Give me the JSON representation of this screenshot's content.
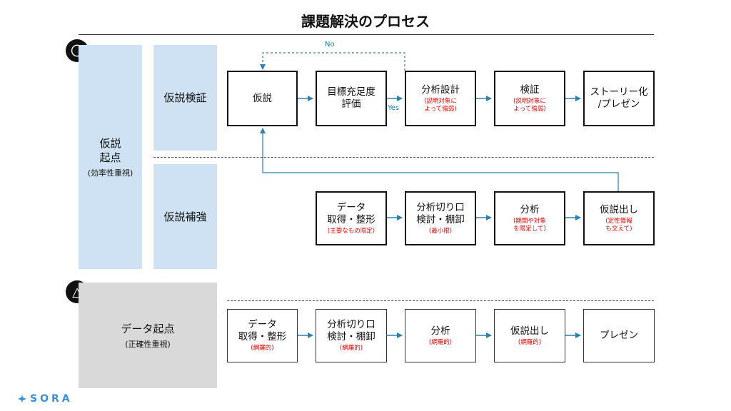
{
  "title": "課題解決のプロセス",
  "markers": {
    "circle": "〇",
    "triangle": "△"
  },
  "sections": {
    "hypothesis": {
      "main": "仮説\n起点",
      "sub": "(効率性重視)"
    },
    "verify": {
      "label": "仮説検証"
    },
    "reinforce": {
      "label": "仮説補強"
    },
    "data": {
      "main": "データ起点",
      "sub": "(正確性重視)"
    }
  },
  "flows": {
    "verify": [
      {
        "label": "仮説",
        "note": ""
      },
      {
        "label": "目標充足度\n評価",
        "note": ""
      },
      {
        "label": "分析設計",
        "note": "(説明対象に\nよって強弱)"
      },
      {
        "label": "検証",
        "note": "(説明対象に\nよって強弱)"
      },
      {
        "label": "ストーリー化\n/プレゼン",
        "note": ""
      }
    ],
    "reinforce": [
      {
        "label": "データ\n取得・整形",
        "note": "(主要なもの限定)"
      },
      {
        "label": "分析切り口\n検討・棚卸",
        "note": "(最小限)"
      },
      {
        "label": "分析",
        "note": "(期間や対象\nを限定して)"
      },
      {
        "label": "仮説出し",
        "note": "(定性情報\nも交えて)"
      }
    ],
    "data": [
      {
        "label": "データ\n取得・整形",
        "note": "(網羅的)"
      },
      {
        "label": "分析切り口\n検討・棚卸",
        "note": "(網羅的)"
      },
      {
        "label": "分析",
        "note": "(網羅的)"
      },
      {
        "label": "仮説出し",
        "note": "(網羅的)"
      },
      {
        "label": "プレゼン",
        "note": ""
      }
    ]
  },
  "edge_labels": {
    "no": "No",
    "yes": "Yes"
  },
  "logo": "SORA",
  "colors": {
    "panel_blue": "#cfe2f3",
    "panel_gray": "#d9d9d9",
    "arrow": "#2f7fb0",
    "note_red": "#e00000"
  }
}
